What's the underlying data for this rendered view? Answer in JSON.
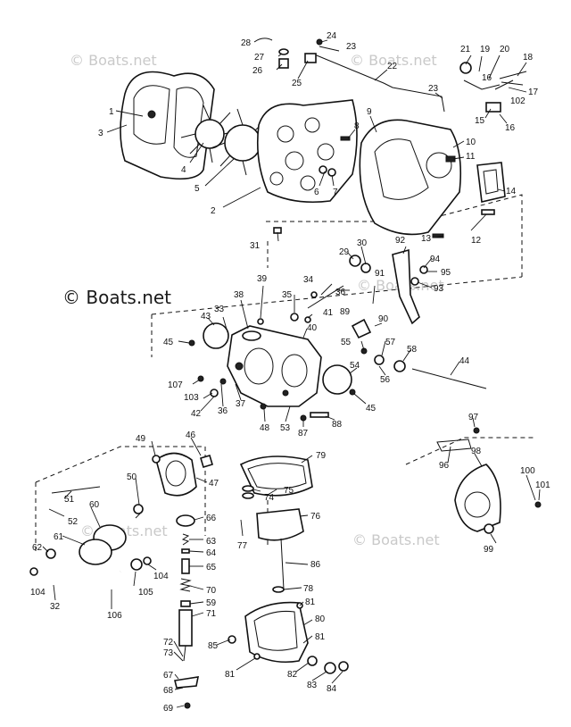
{
  "watermarks": [
    {
      "text": "© Boats.net"
    },
    {
      "text": "© Boats.net"
    },
    {
      "text": "© Boats.net"
    },
    {
      "text": "© Boats.net"
    },
    {
      "text": "© Boats.net"
    },
    {
      "text": "© Boats.net"
    }
  ],
  "parts": {
    "p1": "1",
    "p2": "2",
    "p3": "3",
    "p4": "4",
    "p5": "5",
    "p6": "6",
    "p7": "7",
    "p8": "8",
    "p9": "9",
    "p10": "10",
    "p11": "11",
    "p12": "12",
    "p13": "13",
    "p14": "14",
    "p15": "15",
    "p16a": "16",
    "p16b": "16",
    "p17": "17",
    "p18": "18",
    "p19": "19",
    "p20": "20",
    "p21": "21",
    "p22": "22",
    "p23a": "23",
    "p23b": "23",
    "p24": "24",
    "p25": "25",
    "p26": "26",
    "p27": "27",
    "p28": "28",
    "p29": "29",
    "p30": "30",
    "p31": "31",
    "p32": "32",
    "p33": "33",
    "p34": "34",
    "p35": "35",
    "p36a": "36",
    "p36b": "36",
    "p37": "37",
    "p38": "38",
    "p39": "39",
    "p40": "40",
    "p41": "41",
    "p42": "42",
    "p43": "43",
    "p44": "44",
    "p45a": "45",
    "p45b": "45",
    "p46": "46",
    "p47": "47",
    "p48": "48",
    "p49": "49",
    "p50": "50",
    "p51": "51",
    "p52": "52",
    "p53": "53",
    "p54": "54",
    "p55": "55",
    "p56": "56",
    "p57": "57",
    "p58": "58",
    "p59": "59",
    "p60": "60",
    "p61": "61",
    "p62": "62",
    "p63": "63",
    "p64": "64",
    "p65": "65",
    "p66": "66",
    "p67": "67",
    "p68": "68",
    "p69": "69",
    "p70": "70",
    "p71": "71",
    "p72": "72",
    "p73": "73",
    "p74": "74",
    "p75": "75",
    "p76": "76",
    "p77": "77",
    "p78": "78",
    "p79": "79",
    "p80": "80",
    "p81a": "81",
    "p81b": "81",
    "p81c": "81",
    "p82": "82",
    "p83": "83",
    "p84": "84",
    "p85": "85",
    "p86": "86",
    "p87": "87",
    "p88": "88",
    "p89": "89",
    "p90": "90",
    "p91": "91",
    "p92": "92",
    "p93": "93",
    "p94": "94",
    "p95": "95",
    "p96": "96",
    "p97": "97",
    "p98": "98",
    "p99": "99",
    "p100": "100",
    "p101": "101",
    "p102": "102",
    "p103": "103",
    "p104a": "104",
    "p104b": "104",
    "p105": "105",
    "p106": "106",
    "p107": "107"
  }
}
